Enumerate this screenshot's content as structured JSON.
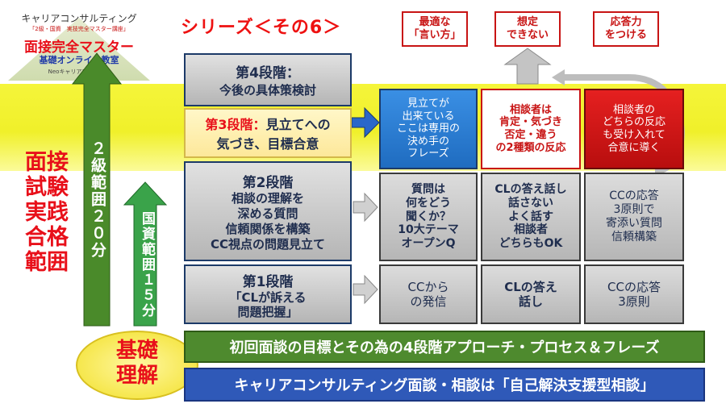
{
  "logo": {
    "line1": "キャリアコンサルティング",
    "line2": "「2級・国資　実技完全マスター講座」",
    "line3": "面接完全マスター",
    "line4": "基礎オンライン教室",
    "line5": "Neoキャリアアカデミー"
  },
  "series_title": "シリーズ＜その6＞",
  "top_boxes": [
    {
      "text": "最適な\n「言い方」"
    },
    {
      "text": "想定\nできない"
    },
    {
      "text": "応答力\nをつける"
    }
  ],
  "side_label": "面接\n試験\n実践\n合格\n範囲",
  "arrow_2kyu": "２級範囲２０分",
  "arrow_kokushi": "国資範囲１５分",
  "stages": [
    {
      "title": "第4段階：",
      "body": "今後の具体策検討"
    },
    {
      "title": "第3段階：",
      "body_inline": "見立てへの",
      "body": "気づき、目標合意"
    },
    {
      "title": "第2段階",
      "body": "相談の理解を\n深める質問\n信頼関係を構築\nCC視点の問題見立て"
    },
    {
      "title": "第1段階",
      "body": "「CLが訴える\n問題把握」"
    }
  ],
  "row3_cells": [
    "見立てが\n出来ている\nここは専用の\n決め手の\nフレーズ",
    "相談者は\n肯定・気づき\n否定・違う\nの2種類の反応",
    "相談者の\nどちらの反応\nも受け入れて\n合意に導く"
  ],
  "row2_cells": [
    "質問は\n何をどう\n聞くか？\n10大テーマ\nオープンQ",
    "CLの答え話し\n話さない\nよく話す\n相談者\nどちらもOK",
    "CCの応答\n3原則で\n寄添い質問\n信頼構築"
  ],
  "row1_cells": [
    "CCから\nの発信",
    "CLの答え\n話し",
    "CCの応答\n3原則"
  ],
  "kiso_label": "基礎\n理解",
  "bar_green": "初回面談の目標とその為の4段階アプローチ・プロセス＆フレーズ",
  "bar_blue": "キャリアコンサルティング面談・相談は「自己解決支援型相談」",
  "colors": {
    "accent_red": "#e8101a",
    "band_yellow": "#f0f02a",
    "bar_green": "#4e8a2e",
    "bar_blue": "#2f59b8",
    "arrow_green": "#4a8a2a",
    "cell_blue": "#2a7fd8",
    "cell_red": "#d81414"
  }
}
